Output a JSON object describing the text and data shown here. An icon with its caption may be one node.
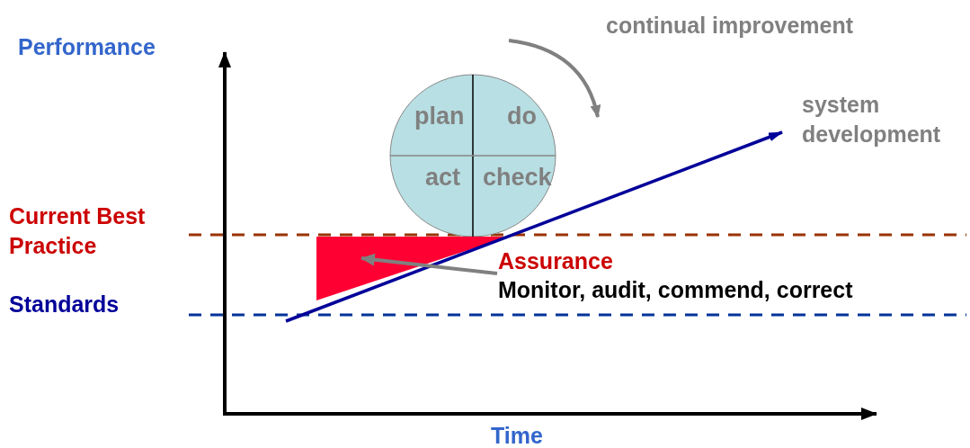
{
  "diagram": {
    "nodes": [
      {
        "text": [
          "plan",
          "do",
          "act",
          "check"
        ]
      },
      {
        "text": [],
        "shape": "triangle"
      },
      {
        "text": [
          "Assurance",
          "Monitor, audit, commend, correct"
        ]
      }
    ],
    "edges": [
      {
        "from": 2,
        "to": 1,
        "arrow": "to",
        "color": "#808080"
      }
    ],
    "labels": [
      "continual improvement",
      "Performance",
      "system development",
      "Current Best Practice",
      "Standards",
      "Time"
    ]
  }
}
